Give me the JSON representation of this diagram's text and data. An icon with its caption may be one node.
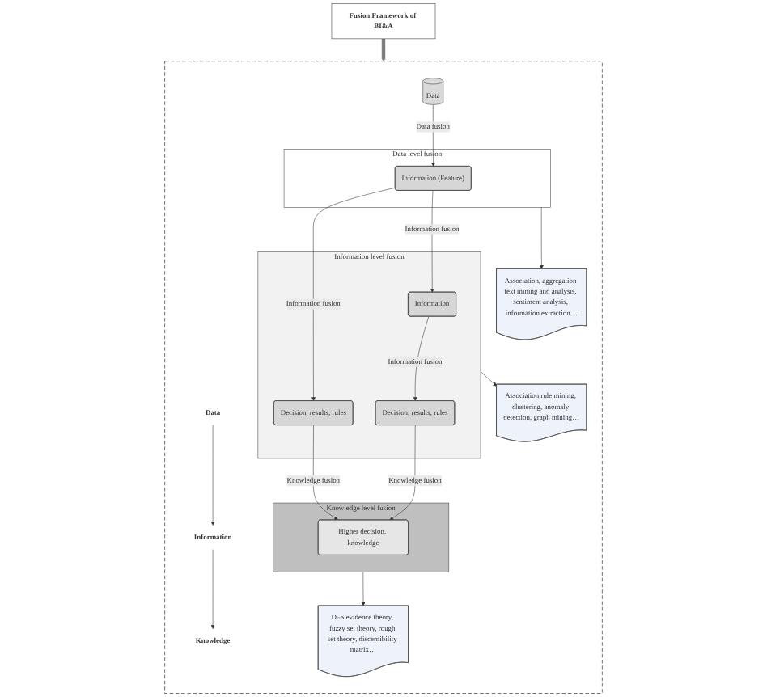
{
  "diagram": {
    "nodes": [
      {
        "text": [
          "Fusion Framework of BI&A"
        ]
      },
      {
        "text": [],
        "shape": "box"
      },
      {
        "text": [
          "Data"
        ],
        "in": 1
      },
      {
        "text": [
          "Information"
        ],
        "in": 1
      },
      {
        "text": [
          "Knowledge"
        ],
        "in": 1
      },
      {
        "text": [
          "Data"
        ],
        "in": 1
      },
      {
        "text": [
          "Data level fusion"
        ],
        "in": 1
      },
      {
        "text": [
          "Information (Feature)"
        ],
        "in": 6
      },
      {
        "text": [
          "Information level fusion"
        ],
        "in": 1
      },
      {
        "text": [
          "Information"
        ],
        "in": 8
      },
      {
        "text": [
          "Decision, results, rules"
        ],
        "in": 8
      },
      {
        "text": [
          "Decision, results, rules"
        ],
        "in": 8
      },
      {
        "text": [
          "Knowledge level fusion"
        ],
        "in": 1
      },
      {
        "text": [
          "Higher decision, knowledge"
        ],
        "in": 12
      },
      {
        "text": [
          "Association, aggregation text mining and analysis, sentiment analysis, information extraction…"
        ],
        "in": 1
      },
      {
        "text": [
          "Association rule mining, clustering, anomaly detection, graph mining…"
        ],
        "in": 1
      },
      {
        "text": [
          "D–S evidence theory, fuzzy set theory, rough set theory, discernibility matrix…"
        ],
        "in": 1
      }
    ],
    "edges": [
      {
        "from": 0,
        "to": 1,
        "arrow": "to",
        "style": "thick",
        "color": "#7f7f7f"
      },
      {
        "from": 2,
        "to": 3,
        "arrow": "to"
      },
      {
        "from": 3,
        "to": 4,
        "arrow": "to"
      },
      {
        "from": 5,
        "to": 7,
        "arrow": "to",
        "label": "Data fusion"
      },
      {
        "from": 7,
        "to": 9,
        "arrow": "to",
        "label": "Information fusion"
      },
      {
        "from": 7,
        "to": 11,
        "arrow": "to",
        "label": "Information fusion"
      },
      {
        "from": 9,
        "to": 10,
        "arrow": "to",
        "label": "Information fusion"
      },
      {
        "from": 10,
        "to": 13,
        "arrow": "to",
        "label": "Knowledge fusion"
      },
      {
        "from": 11,
        "to": 13,
        "arrow": "to",
        "label": "Knowledge fusion"
      },
      {
        "from": 6,
        "to": 14,
        "arrow": "to"
      },
      {
        "from": 8,
        "to": 15,
        "arrow": "to"
      },
      {
        "from": 12,
        "to": 16,
        "arrow": "to"
      }
    ]
  }
}
